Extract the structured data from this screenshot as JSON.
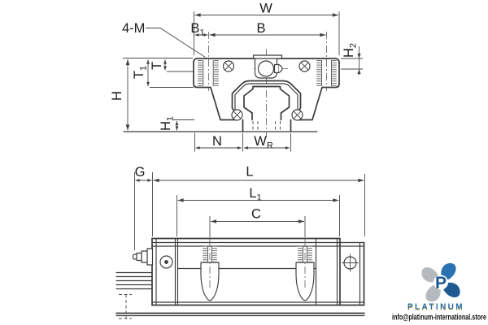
{
  "front_view": {
    "labels": {
      "four_m": "4-M",
      "w": "W",
      "b": "B",
      "b1": {
        "base": "B",
        "sub": "1"
      },
      "h2": {
        "base": "H",
        "sub": "2"
      },
      "t1": {
        "base": "T",
        "sub": "1"
      },
      "t": "T",
      "h": "H",
      "h1": {
        "base": "H",
        "sub": "1"
      },
      "n": "N",
      "wr": {
        "base": "W",
        "sub": "R"
      }
    }
  },
  "side_view": {
    "labels": {
      "g": "G",
      "l": "L",
      "l1": {
        "base": "L",
        "sub": "1"
      },
      "c": "C"
    }
  },
  "watermark": {
    "logo_mark": "platinum-p-pinwheel-logo",
    "logo_letter": "P",
    "brand": "PLATINUM",
    "email": "info@platinum-international.store"
  },
  "colors": {
    "line": "#3b3b3b",
    "dim_line": "#4a4a4a",
    "logo_blue": "#2b72b2",
    "logo_blue_dark": "#1d5a92",
    "logo_gray": "#b6b9bd",
    "logo_gold": "#c79f2f",
    "email_text": "#141414"
  }
}
